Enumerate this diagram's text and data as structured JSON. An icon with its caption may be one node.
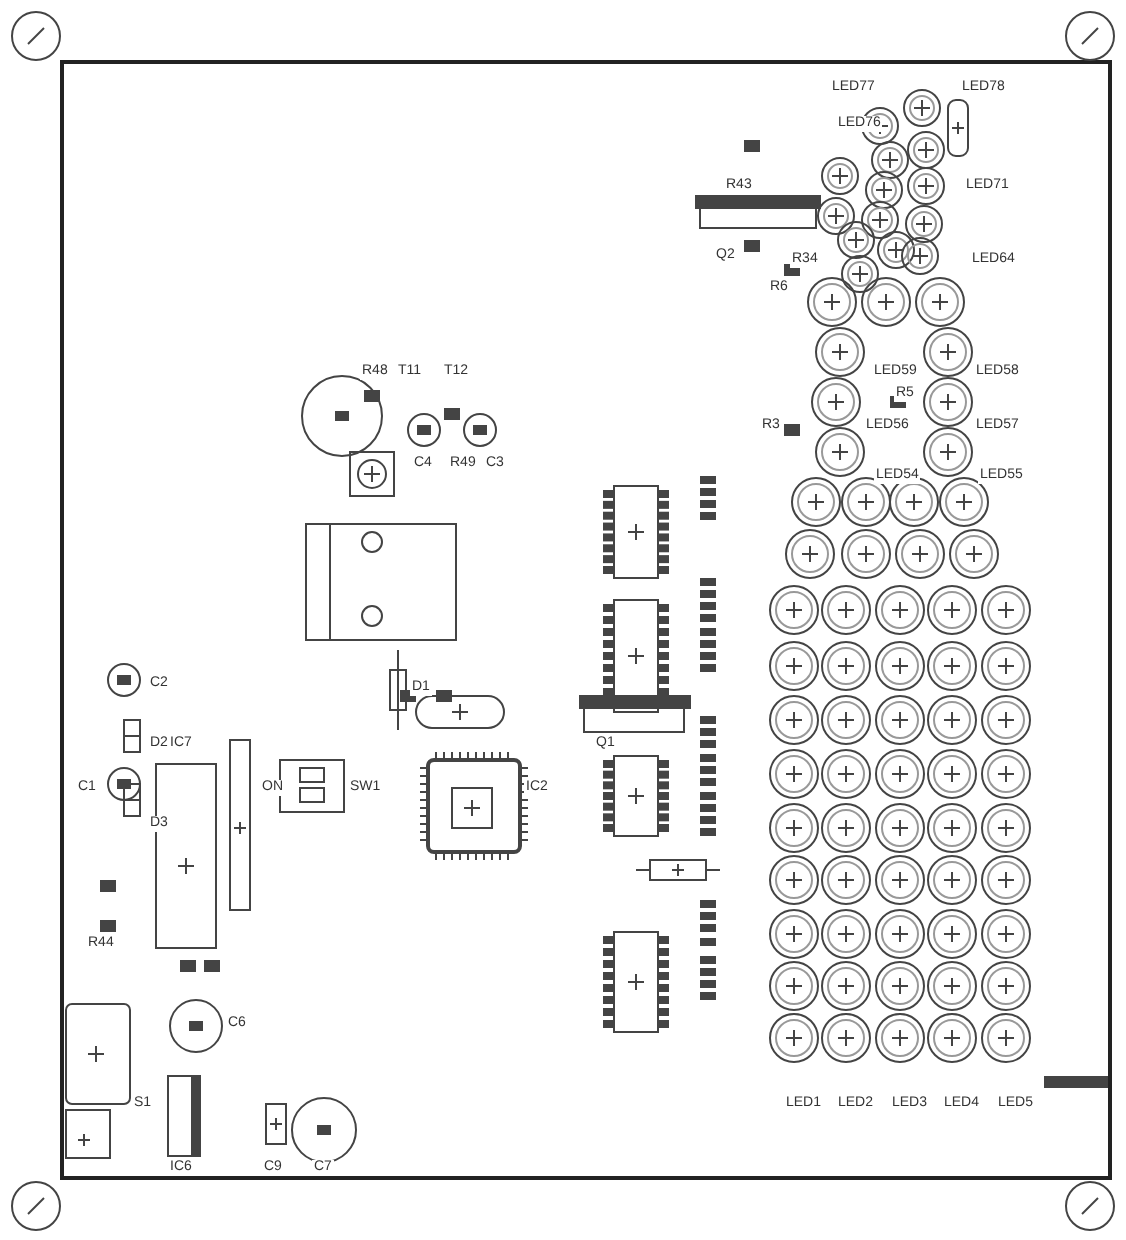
{
  "diagram": {
    "labels": [
      "LED77",
      "LED78",
      "LED76",
      "R43",
      "LED71",
      "Q2",
      "R34",
      "LED64",
      "R6",
      "R48",
      "T11",
      "T12",
      "LED59",
      "LED58",
      "R5",
      "R3",
      "LED56",
      "LED57",
      "C4",
      "R49",
      "C3",
      "LED54",
      "LED55",
      "C2",
      "D1",
      "D2",
      "IC7",
      "Q1",
      "C1",
      "ON",
      "SW1",
      "IC2",
      "D3",
      "R44",
      "C6",
      "S1",
      "LED1",
      "LED2",
      "LED3",
      "LED4",
      "LED5",
      "IC6",
      "C9",
      "C7"
    ]
  }
}
